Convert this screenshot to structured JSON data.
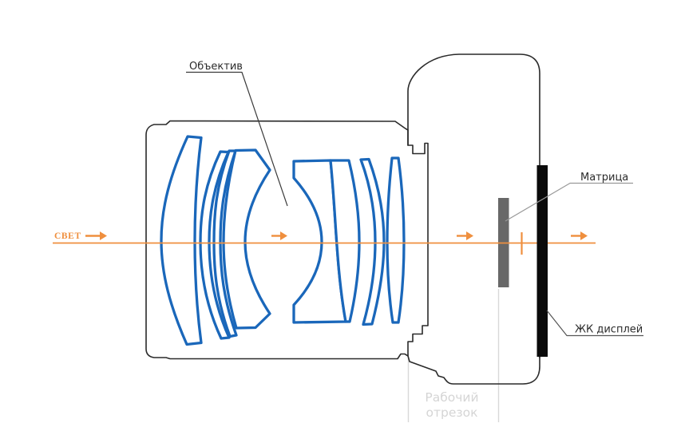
{
  "diagram": {
    "labels": {
      "lens_label": "Объектив",
      "sensor_label": "Матрица",
      "lcd_label": "ЖК дисплей",
      "light_label": "СВЕТ",
      "working_distance_line1": "Рабочий",
      "working_distance_line2": "отрезок"
    },
    "colors": {
      "axis_orange": "#ef8f3e",
      "lens_blue": "#1a67ba",
      "body_outline": "#2a2a2a",
      "sensor_gray": "#686868",
      "lcd_black": "#0a0a0a",
      "guide_gray": "#d8d8d8",
      "working_text_gray": "#d5d5d5",
      "label_text": "#2b2b2b",
      "sensor_leader_gray": "#999999",
      "lcd_leader_gray": "#555555"
    }
  }
}
